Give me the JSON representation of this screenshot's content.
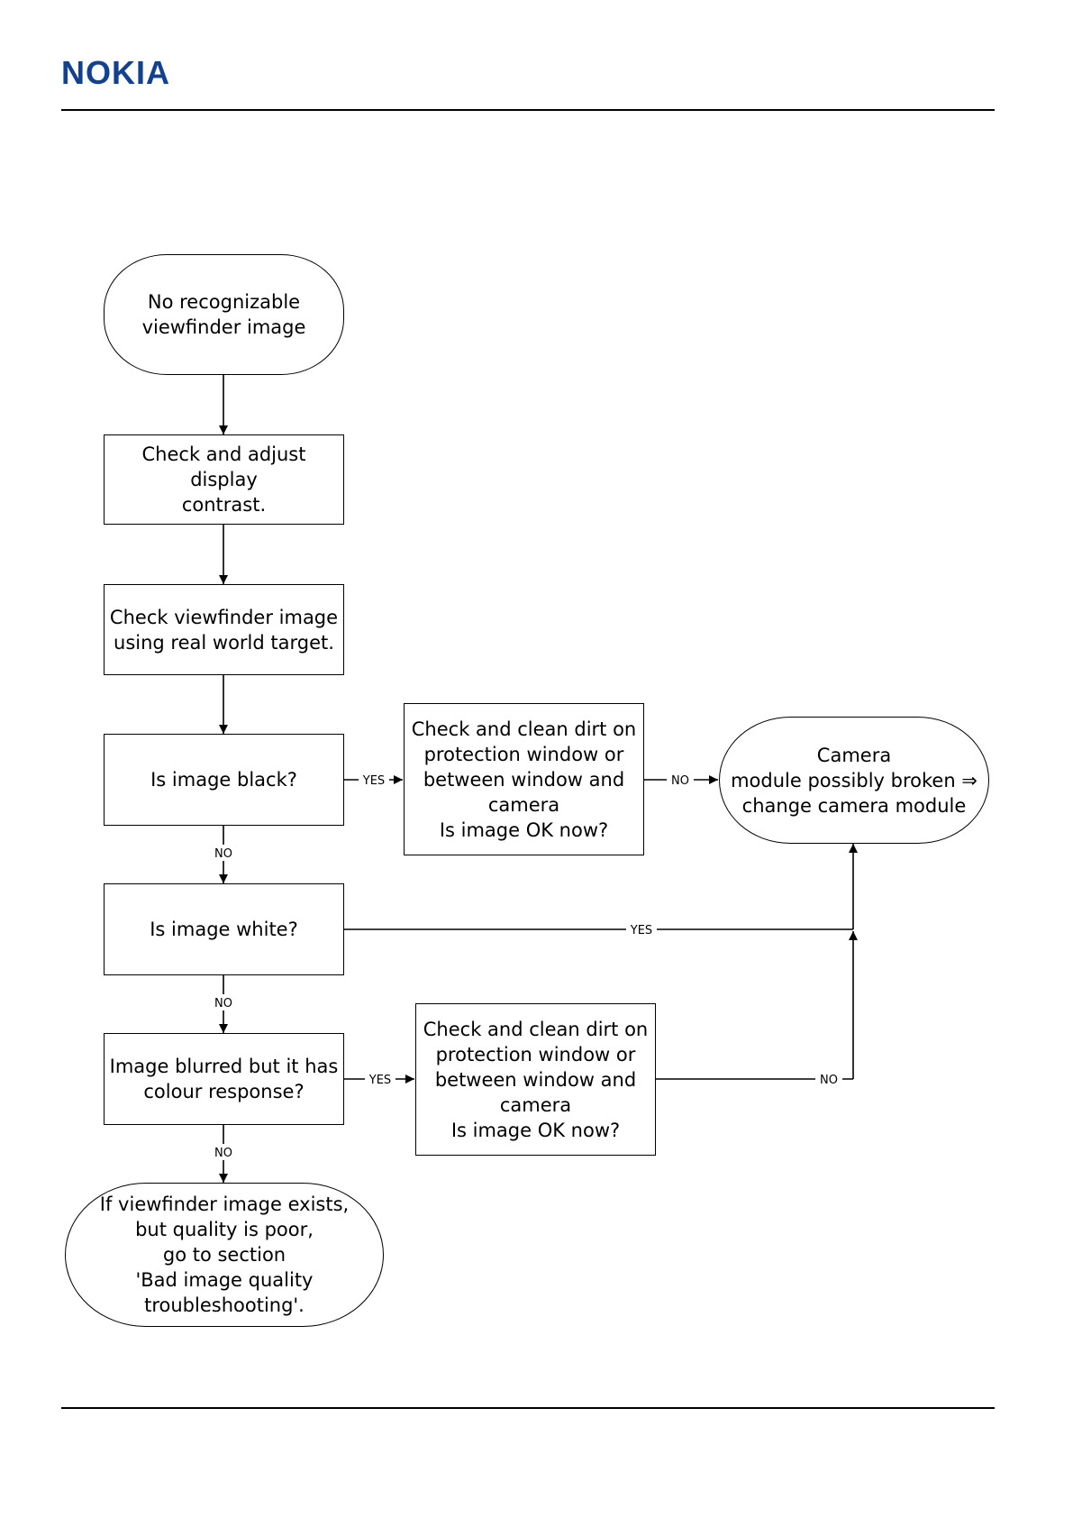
{
  "header": {
    "logo_text": "NOKIA",
    "brand_color": "#124191"
  },
  "nodes": {
    "start": "No recognizable\nviewfinder image",
    "contrast": "Check and adjust display\ncontrast.",
    "real_world": "Check viewfinder image\nusing  real world target.",
    "is_black": "Is image black?",
    "clean_1": "Check and clean dirt on\nprotection window or\nbetween window and\ncamera\nIs image OK now?",
    "broken": "Camera\nmodule possibly broken ⇒\nchange camera module",
    "is_white": "Is image white?",
    "blurred": "Image blurred but it has\ncolour response?",
    "clean_2": "Check and clean dirt on\nprotection window or\nbetween window and\ncamera\nIs image OK now?",
    "bad_quality": "If viewfinder image exists,\nbut quality is poor,\ngo to section\n'Bad image quality\ntroubleshooting'."
  },
  "edges": {
    "black_yes": "YES",
    "clean1_no": "NO",
    "black_no": "NO",
    "white_yes": "YES",
    "white_no": "NO",
    "blurred_yes": "YES",
    "clean2_no": "NO",
    "blurred_no": "NO"
  }
}
